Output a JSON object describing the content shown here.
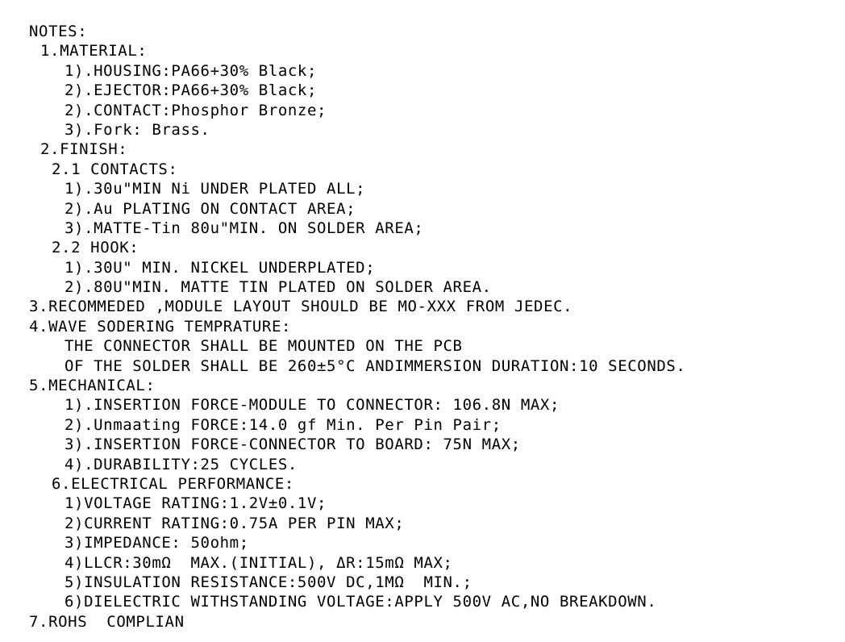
{
  "notes": {
    "lines": [
      "NOTES:",
      "1.MATERIAL:",
      "1).HOUSING:PA66+30% Black;",
      "2).EJECTOR:PA66+30% Black;",
      "2).CONTACT:Phosphor Bronze;",
      "3).Fork: Brass.",
      "2.FINISH:",
      "2.1 CONTACTS:",
      "1).30u\"MIN Ni UNDER PLATED ALL;",
      "2).Au PLATING ON CONTACT AREA;",
      "3).MATTE-Tin 80u\"MIN. ON SOLDER AREA;",
      "2.2 HOOK:",
      "1).30U\" MIN. NICKEL UNDERPLATED;",
      "2).80U\"MIN. MATTE TIN PLATED ON SOLDER AREA.",
      "3.RECOMMEDED ,MODULE LAYOUT SHOULD BE MO-XXX FROM JEDEC.",
      "4.WAVE SODERING TEMPRATURE:",
      "THE CONNECTOR SHALL BE MOUNTED ON THE PCB",
      "OF THE SOLDER SHALL BE 260±5°C ANDIMMERSION DURATION:10 SECONDS.",
      "5.MECHANICAL:",
      "1).INSERTION FORCE-MODULE TO CONNECTOR: 106.8N MAX;",
      "2).Unmaating FORCE:14.0 gf Min. Per Pin Pair;",
      "3).INSERTION FORCE-CONNECTOR TO BOARD: 75N MAX;",
      "4).DURABILITY:25 CYCLES.",
      "6.ELECTRICAL PERFORMANCE:",
      "1)VOLTAGE RATING:1.2V±0.1V;",
      "2)CURRENT RATING:0.75A PER PIN MAX;",
      "3)IMPEDANCE: 50ohm;",
      "4)LLCR:30mΩ  MAX.(INITIAL), ΔR:15mΩ MAX;",
      "5)INSULATION RESISTANCE:500V DC,1MΩ  MIN.;",
      "6)DIELECTRIC WITHSTANDING VOLTAGE:APPLY 500V AC,NO BREAKDOWN.",
      "7.ROHS  COMPLIAN"
    ]
  }
}
